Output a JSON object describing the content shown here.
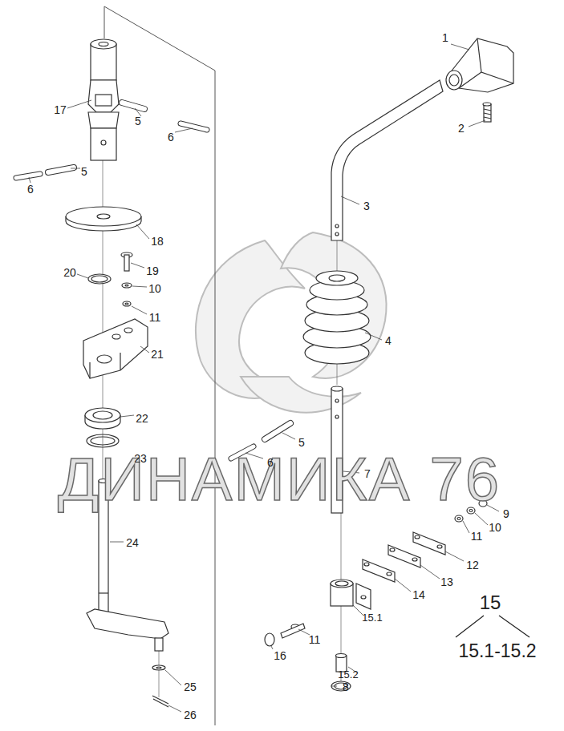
{
  "diagram": {
    "labels": [
      "1",
      "2",
      "17",
      "5",
      "6",
      "3",
      "5",
      "6",
      "18",
      "19",
      "20",
      "10",
      "11",
      "4",
      "21",
      "22",
      "5",
      "ДИНАМИКА 76",
      "6",
      "23",
      "7",
      "9",
      "10",
      "11",
      "12",
      "13",
      "24",
      "14",
      "15",
      "15.1",
      "11",
      "16",
      "15.2",
      "15.1-15.2",
      "8",
      "25",
      "26"
    ]
  }
}
